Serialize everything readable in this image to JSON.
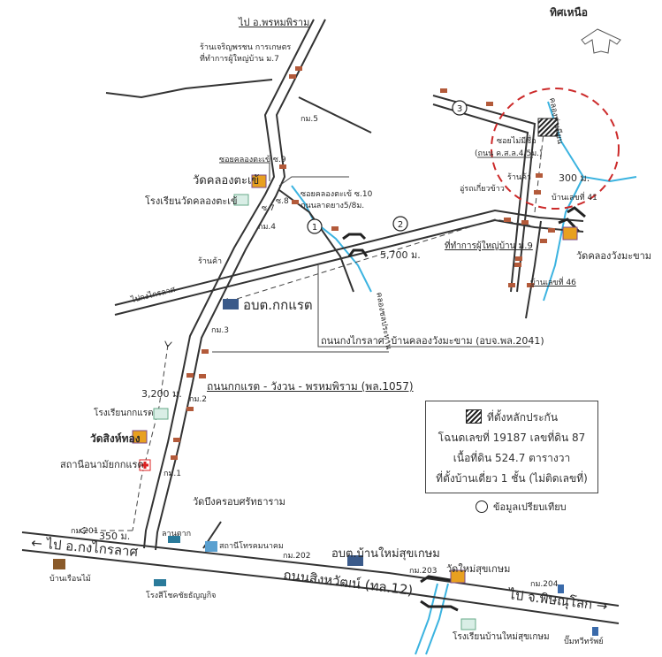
{
  "north": {
    "label": "ทิศเหนือ",
    "icon": "north-arrow-icon"
  },
  "colors": {
    "road": "#333333",
    "canal": "#3bb3e0",
    "circle": "#cc2a2a",
    "house": "#b35a3a",
    "temple": "#e8a020"
  },
  "roads": {
    "to_phrom_phiram": "ไป อ.พรหมพิราม",
    "to_kong_krailat_left": "ไปกงไกรลาศ",
    "to_kong_krailat_bottom": "← ไป อ.กงไกรลาศ",
    "to_phitsanulok": "ไป จ.พิษณุโลก →",
    "highway_12": "ถนนสิงหวัฒน์ (ทล.12)",
    "road_2041": "ถนนกงไกรลาศ -บ้านคลองวังมะขาม (อบจ.พล.2041)",
    "road_1057": "ถนนกกแรต - วังวน - พรหมพิราม (พล.1057)",
    "soi_9": "ซอยคลองตะเข้ ซ.9",
    "soi_10": "ซอยคลองตะเข้ ซ.10",
    "soi_10_surface": "ถนนลาดยาง5/8ม.",
    "soi_no_name": "ซอยไม่มีชื่อ",
    "soi_no_name_surface": "(ถนน ค.ส.ล.4/5ม.)",
    "soi_7": "ซ.7",
    "soi_8": "ซ.8"
  },
  "distances": {
    "d5700": "5,700 ม.",
    "d3200": "3,200 ม.",
    "d350": "350 ม.",
    "d300": "300 ม."
  },
  "route_markers": [
    "1",
    "2",
    "3"
  ],
  "km_markers": {
    "k1": "กม.1",
    "k2": "กม.2",
    "k3": "กม.3",
    "k4": "กม.4",
    "k5": "กม.5",
    "k201": "กม.201",
    "k202": "กม.202",
    "k203": "กม.203",
    "k204": "กม.204"
  },
  "canals": {
    "tha_nian": "คลองท่าเนียน",
    "prathan": "คลองชลประทาน"
  },
  "places": {
    "shop_agri": "ร้านเจริญพรชน การเกษตร",
    "village_head_7": "ที่ทำการผู้ใหญ่บ้าน ม.7",
    "wat_khlong_takhe": "วัดคลองตะเข้",
    "school_wat_khlong_takhe": "โรงเรียนวัดคลองตะเข้",
    "shop_left": "ร้านค้า",
    "shop_right": "ร้านค้า",
    "rice_harvester": "อู่รถเกี่ยวข้าว",
    "house_41": "บ้านเลขที่ 41",
    "village_head_9": "ที่ทำการผู้ใหญ่บ้าน ม.9",
    "house_46": "บ้านเลขที่ 46",
    "wat_khlong_wang_makham": "วัดคลองวังมะขาม",
    "sao_kok_raet": "อบต.กกแรต",
    "school_kok_raet": "โรงเรียนกกแรต",
    "wat_sing_thong": "วัดสิงห์ทอง",
    "health_station": "สถานีอนามัยกกแรต",
    "wat_bueng": "วัดบึงครอบศรัทธาราม",
    "drying_yard": "ลานตาก",
    "telecom": "สถานีโทรคมนาคม",
    "wooden_house": "บ้านเรือนไม้",
    "rice_mill": "โรงสีโชคชัยธัญญกิจ",
    "sao_ban_mai": "อบต.บ้านใหม่สุขเกษม",
    "wat_mai_suk": "วัดใหม่สุขเกษม",
    "school_ban_mai": "โรงเรียนบ้านใหม่สุขเกษม",
    "gas_station": "ปั๊มทวีทรัพย์"
  },
  "legend": {
    "collateral": "ที่ตั้งหลักประกัน",
    "deed": "โฉนดเลขที่ 19187 เลขที่ดิน 87",
    "area": "เนื้อที่ดิน 524.7 ตารางวา",
    "house": "ที่ตั้งบ้านเดี่ยว 1 ชั้น   (ไม่ติดเลขที่)",
    "comparable": "ข้อมูลเปรียบเทียบ"
  }
}
